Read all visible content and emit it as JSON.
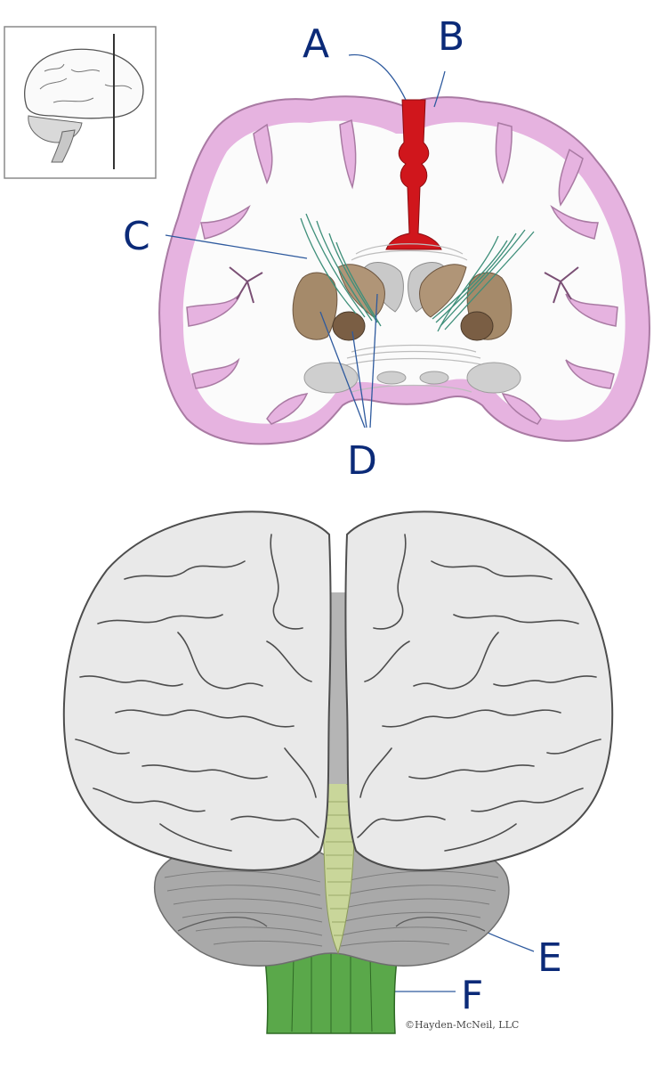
{
  "labels": {
    "a": "A",
    "b": "B",
    "c": "C",
    "d": "D",
    "e": "E",
    "f": "F"
  },
  "copyright": "©Hayden-McNeil, LLC",
  "colors": {
    "label_ink": "#0b2a78",
    "cortex_pink": "#e6b3e0",
    "ventricle_red": "#d0161c",
    "nuclei_brown": "#a58a6a",
    "thalamus_brown": "#8a6e52",
    "fiber_teal": "#3f8f7a",
    "brainstem_green": "#5aa84a",
    "vermis_green": "#c9d69a",
    "brain_gray": "#e9e9e9",
    "cerebellum_gray": "#a9a9a9"
  },
  "icons": {
    "thumbnail": "brain-lateral-thumbnail-icon"
  }
}
